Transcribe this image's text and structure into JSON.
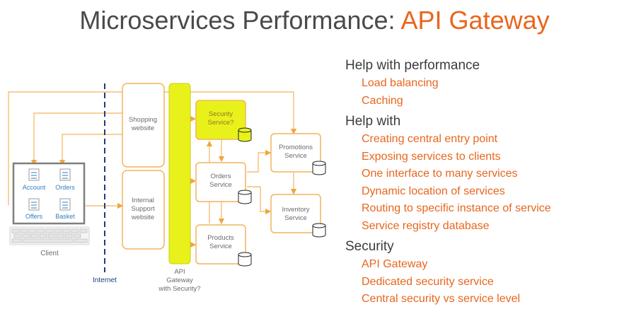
{
  "title": {
    "main": "Microservices Performance: ",
    "accent": "API Gateway"
  },
  "diagram": {
    "shopping": [
      "Shopping",
      "website"
    ],
    "internal": [
      "Internal",
      "Support",
      "website"
    ],
    "gateway": [
      "API",
      "Gateway",
      "with Security?"
    ],
    "security": [
      "Security",
      "Service?"
    ],
    "orders": [
      "Orders",
      "Service"
    ],
    "products": [
      "Products",
      "Service"
    ],
    "promotions": [
      "Promotions",
      "Service"
    ],
    "inventory": [
      "Inventory",
      "Service"
    ],
    "client_tiles": [
      "Account",
      "Orders",
      "Offers",
      "Basket"
    ],
    "client_label": "Client",
    "internet_label": "Internet"
  },
  "sections": [
    {
      "heading": "Help with performance",
      "items": [
        "Load balancing",
        "Caching"
      ]
    },
    {
      "heading": "Help with",
      "items": [
        "Creating central entry point",
        "Exposing services to clients",
        "One interface to many services",
        "Dynamic location of services",
        "Routing to specific instance of service",
        "Service registry database"
      ]
    },
    {
      "heading": "Security",
      "items": [
        "API Gateway",
        "Dedicated security service",
        "Central security vs service level"
      ]
    }
  ],
  "colors": {
    "accent": "#e8661e",
    "box_border": "#f2b45a",
    "gateway_fill": "#e8f21a",
    "client_blue": "#2f7fc1"
  }
}
